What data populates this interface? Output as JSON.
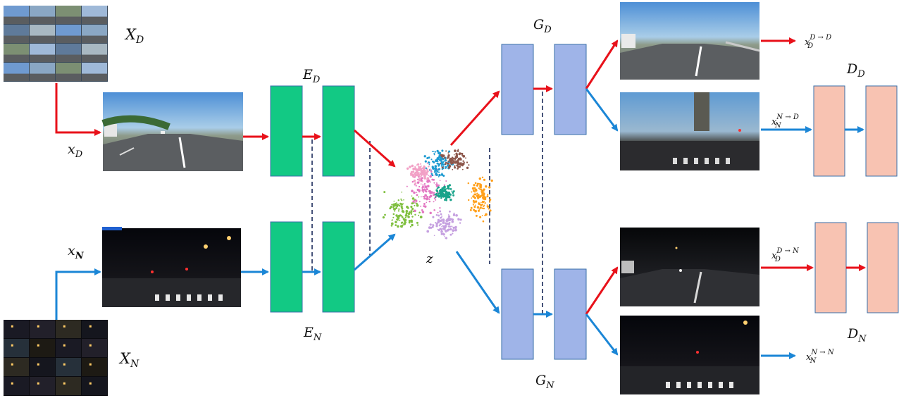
{
  "colors": {
    "day_arrow": "#e8111a",
    "night_arrow": "#1b86d6",
    "encoder": "#12c984",
    "generator": "#9fb4e8",
    "discriminator": "#f8c3b2",
    "dash": "#1a2a5a"
  },
  "labels": {
    "XD": "X",
    "XD_sub": "D",
    "XN": "X",
    "XN_sub": "N",
    "xD": "x",
    "xD_sub": "D",
    "xN": "x",
    "xN_sub": "N",
    "ED": "E",
    "ED_sub": "D",
    "EN": "E",
    "EN_sub": "N",
    "GD": "G",
    "GD_sub": "D",
    "GN": "G",
    "GN_sub": "N",
    "DD": "D",
    "DD_sub": "D",
    "DN": "D",
    "DN_sub": "N",
    "z": "z",
    "out_DD": "x",
    "out_DD_sub": "D",
    "out_DD_sup": "D → D",
    "out_ND": "x",
    "out_ND_sub": "N",
    "out_ND_sup": "N → D",
    "out_DN": "x",
    "out_DN_sub": "D",
    "out_DN_sup": "D → N",
    "out_NN": "x",
    "out_NN_sub": "N",
    "out_NN_sup": "N → N"
  },
  "cluster_colors": [
    "#7fbf3f",
    "#e377c2",
    "#1f9bd1",
    "#ff9f1a",
    "#8c564b",
    "#19a38a",
    "#c5a0e0",
    "#f2a1c6"
  ],
  "images": {
    "day_grid": "day-scenes-grid",
    "night_grid": "night-scenes-grid",
    "day_input": "day-highway-image",
    "night_input": "night-intersection-image",
    "out_DD": "day-to-day-image",
    "out_ND": "night-to-day-image",
    "out_DN": "day-to-night-image",
    "out_NN": "night-to-night-image"
  }
}
